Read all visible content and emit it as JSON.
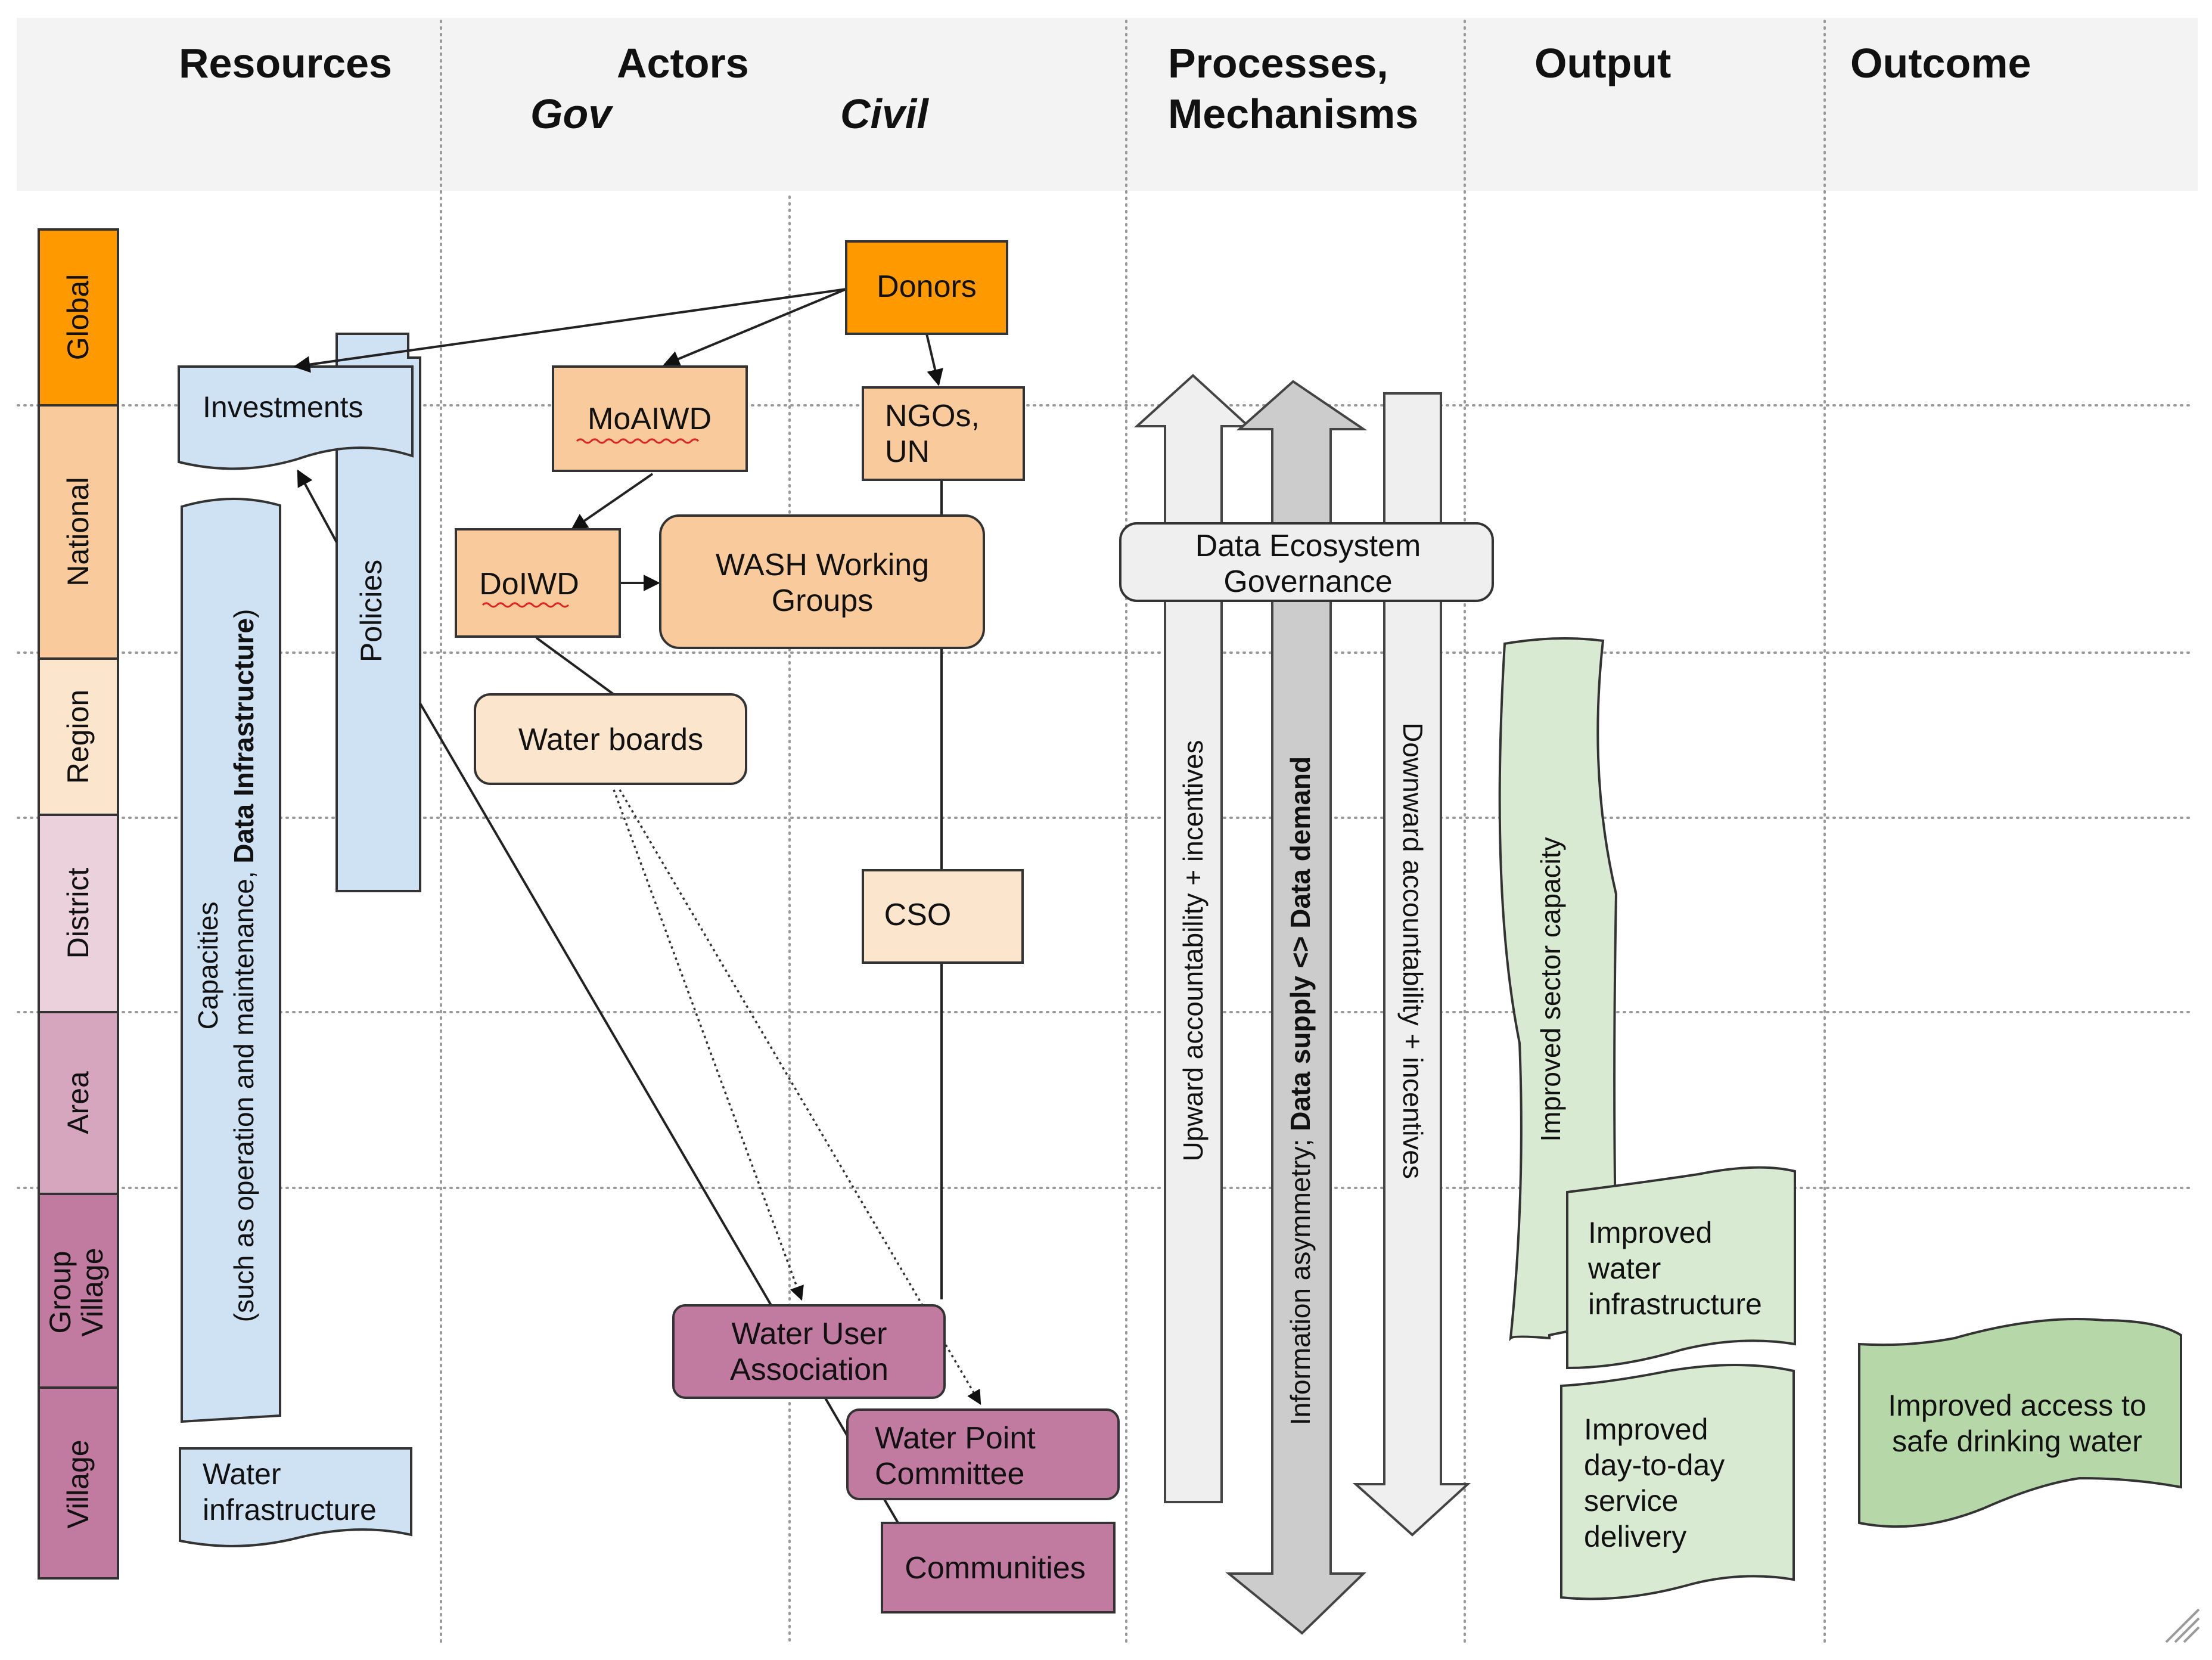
{
  "headers": {
    "resources": "Resources",
    "actors": "Actors",
    "gov": "Gov",
    "civil": "Civil",
    "processes_line1": "Processes,",
    "processes_line2": "Mechanisms",
    "output": "Output",
    "outcome": "Outcome"
  },
  "levels": [
    {
      "label": "Global",
      "color": "#ff9900"
    },
    {
      "label": "National",
      "color": "#f9cb9c"
    },
    {
      "label": "Region",
      "color": "#fce5cd"
    },
    {
      "label": "District",
      "color": "#ead1dc"
    },
    {
      "label": "Area",
      "color": "#d5a6bd"
    },
    {
      "label_line1": "Group",
      "label_line2": "Village",
      "color": "#c27ba0"
    },
    {
      "label": "Village",
      "color": "#c27ba0"
    }
  ],
  "resources": {
    "investments": "Investments",
    "policies": "Policies",
    "capacities_line1": "Capacities",
    "capacities_line2_prefix": "(such as operation and maintenance, ",
    "capacities_line2_bold": "Data Infrastructure",
    "capacities_line2_suffix": ")",
    "water_infrastructure_line1": "Water",
    "water_infrastructure_line2": "infrastructure"
  },
  "actors": {
    "donors": "Donors",
    "moaiwd": "MoAIWD",
    "ngos_line1": "NGOs,",
    "ngos_line2": "UN",
    "doiwd": "DoIWD",
    "wash_line1": "WASH Working",
    "wash_line2": "Groups",
    "water_boards": "Water boards",
    "cso": "CSO",
    "wua_line1": "Water User",
    "wua_line2": "Association",
    "wpc_line1": "Water Point",
    "wpc_line2": "Committee",
    "communities": "Communities"
  },
  "processes": {
    "governance_line1": "Data Ecosystem",
    "governance_line2": "Governance",
    "upward": "Upward accountability + incentives",
    "asymmetry_prefix": "Information asymmetry; ",
    "asymmetry_bold": "Data supply <> Data demand",
    "downward": "Downward  accountability + incentives"
  },
  "output": {
    "sector_capacity": "Improved sector capacity",
    "infra_line1": "Improved",
    "infra_line2": "water",
    "infra_line3": "infrastructure",
    "service_line1": "Improved",
    "service_line2": "day-to-day",
    "service_line3": "service",
    "service_line4": "delivery"
  },
  "outcome": {
    "access_line1": "Improved access to",
    "access_line2": "safe drinking water"
  },
  "colors": {
    "header_band": "#f3f3f3",
    "orange_dark": "#ff9900",
    "orange_light": "#f9cb9c",
    "peach": "#fce5cd",
    "purple": "#c27ba0",
    "blue_light": "#cfe2f3",
    "green_light": "#d9ead3",
    "green_mid": "#b6d7a8",
    "grey_light": "#efefef",
    "grey_mid": "#cccccc"
  }
}
